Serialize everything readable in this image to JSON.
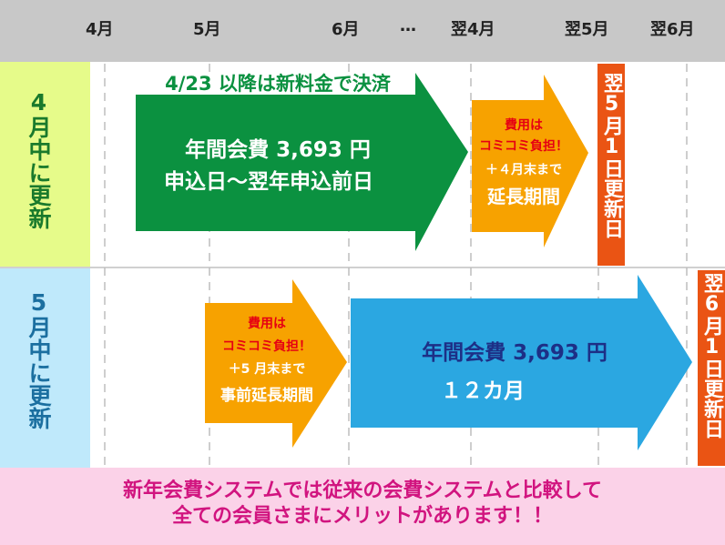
{
  "header": {
    "months": [
      "4月",
      "5月",
      "6月",
      "…",
      "翌4月",
      "翌5月",
      "翌6月"
    ]
  },
  "rows": {
    "row1_label": "4月中に更新",
    "row2_label": "5月中に更新"
  },
  "row1": {
    "banner": "4/23 以降は新料金で決済",
    "fee_text": "年間会費 3,693 円",
    "period_text": "申込日～翌年申込前日",
    "ext_line1": "費用は",
    "ext_line2": "コミコミ負担！",
    "ext_line3": "＋４月末まで",
    "ext_line4": "延長期間",
    "renew_tag": "翌5月1日更新日"
  },
  "row2": {
    "ext_line1": "費用は",
    "ext_line2": "コミコミ負担！",
    "ext_line3": "＋5 月末まで",
    "ext_line4": "事前延長期間",
    "fee_text": "年間会費 3,693 円",
    "period_text": "１２カ月",
    "renew_tag": "翌6月1日更新日"
  },
  "footer": {
    "line1": "新年会費システムでは従来の会費システムと比較して",
    "line2": "全ての会員さまにメリットがあります！！"
  },
  "colors": {
    "header_bg": "#c8c8c8",
    "row1_label_bg": "#e6fb8a",
    "row2_label_bg": "#bfe9fb",
    "green_arrow": "#0b9140",
    "orange_arrow": "#f7a200",
    "blue_arrow": "#2ba7e1",
    "red_tag": "#ea5414",
    "footer_bg": "#fbd2e8",
    "footer_text": "#d1147f"
  }
}
